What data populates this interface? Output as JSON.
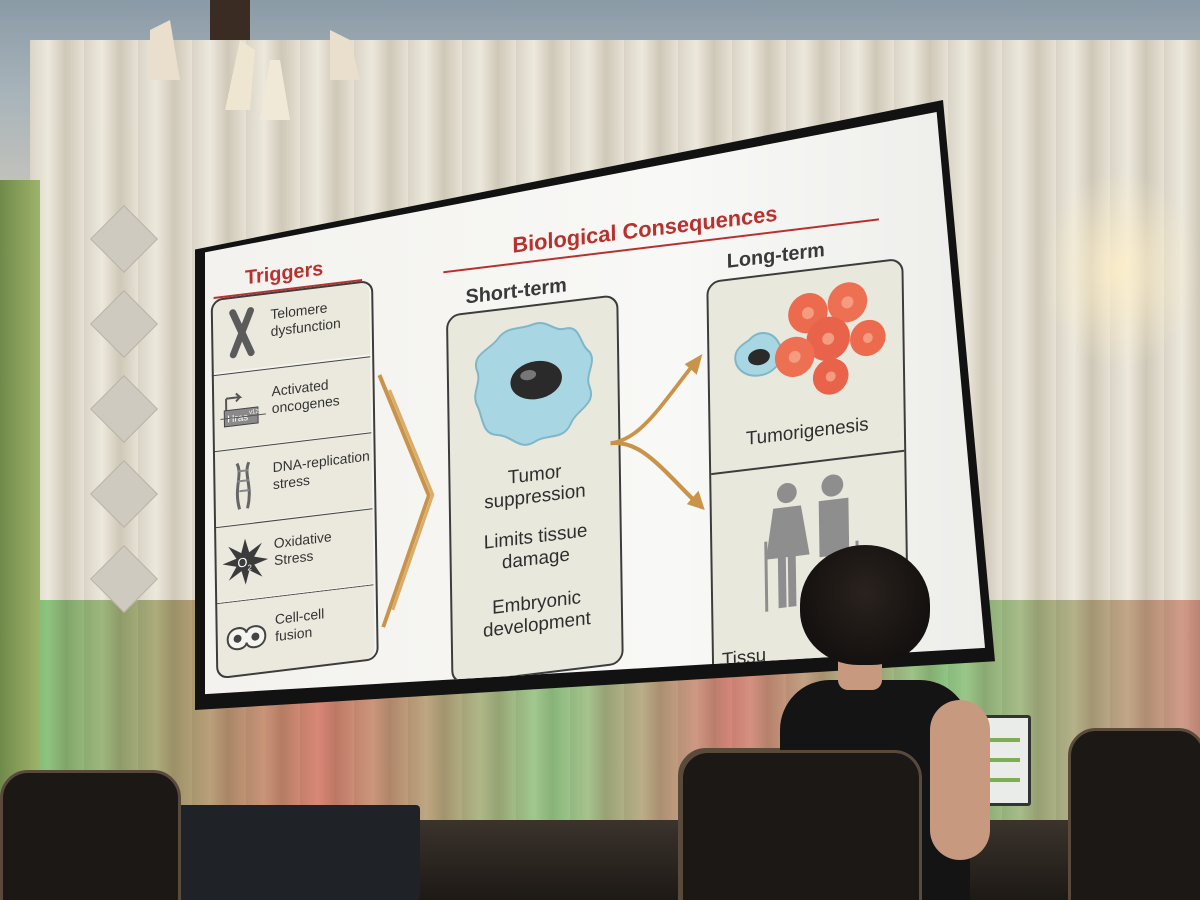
{
  "slide": {
    "header": "Biological Consequences",
    "triggers": {
      "title": "Triggers",
      "items": [
        {
          "line1": "Telomere",
          "line2": "dysfunction",
          "icon": "chromosome-icon"
        },
        {
          "line1": "Activated",
          "line2": "oncogenes",
          "icon": "gene-icon",
          "gene_label": "Hras",
          "gene_sup": "v12"
        },
        {
          "line1": "DNA-replication",
          "line2": "stress",
          "icon": "dna-strand-icon"
        },
        {
          "line1": "Oxidative",
          "line2": "Stress",
          "icon": "oxygen-burst-icon",
          "symbol": "O",
          "symbol_sub": "2"
        },
        {
          "line1": "Cell-cell",
          "line2": "fusion",
          "icon": "cell-fusion-icon"
        }
      ]
    },
    "short_term": {
      "title": "Short-term",
      "items": [
        {
          "line1": "Tumor",
          "line2": "suppression"
        },
        {
          "line1": "Limits tissue",
          "line2": "damage"
        },
        {
          "line1": "Embryonic",
          "line2": "development"
        }
      ]
    },
    "long_term": {
      "title": "Long-term",
      "tumorigenesis": "Tumorigenesis",
      "tissue": "Tissu"
    }
  },
  "colors": {
    "accent_red": "#b9312e",
    "cell_blue": "#a9d6e3",
    "tumor_red": "#ec6a4e",
    "arrow_gold": "#c9944a"
  }
}
